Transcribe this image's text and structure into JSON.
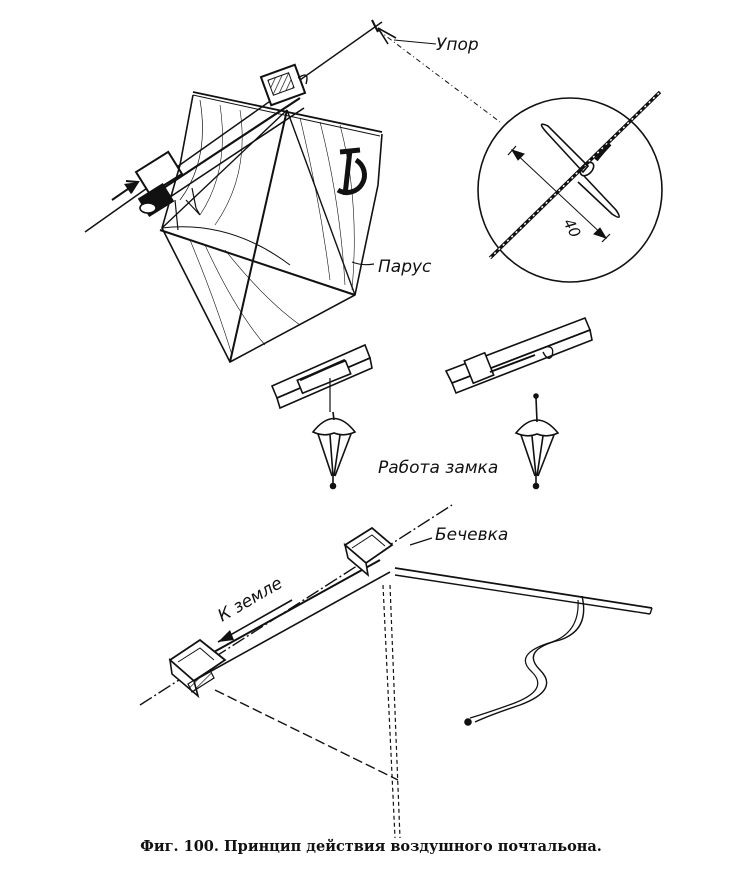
{
  "labels": {
    "stop": "Упор",
    "sail": "Парус",
    "lock_operation": "Работа замка",
    "string": "Бечевка",
    "to_ground": "К земле",
    "dimension": "40"
  },
  "caption": "Фиг. 100. Принцип действия воздушного почтальона."
}
